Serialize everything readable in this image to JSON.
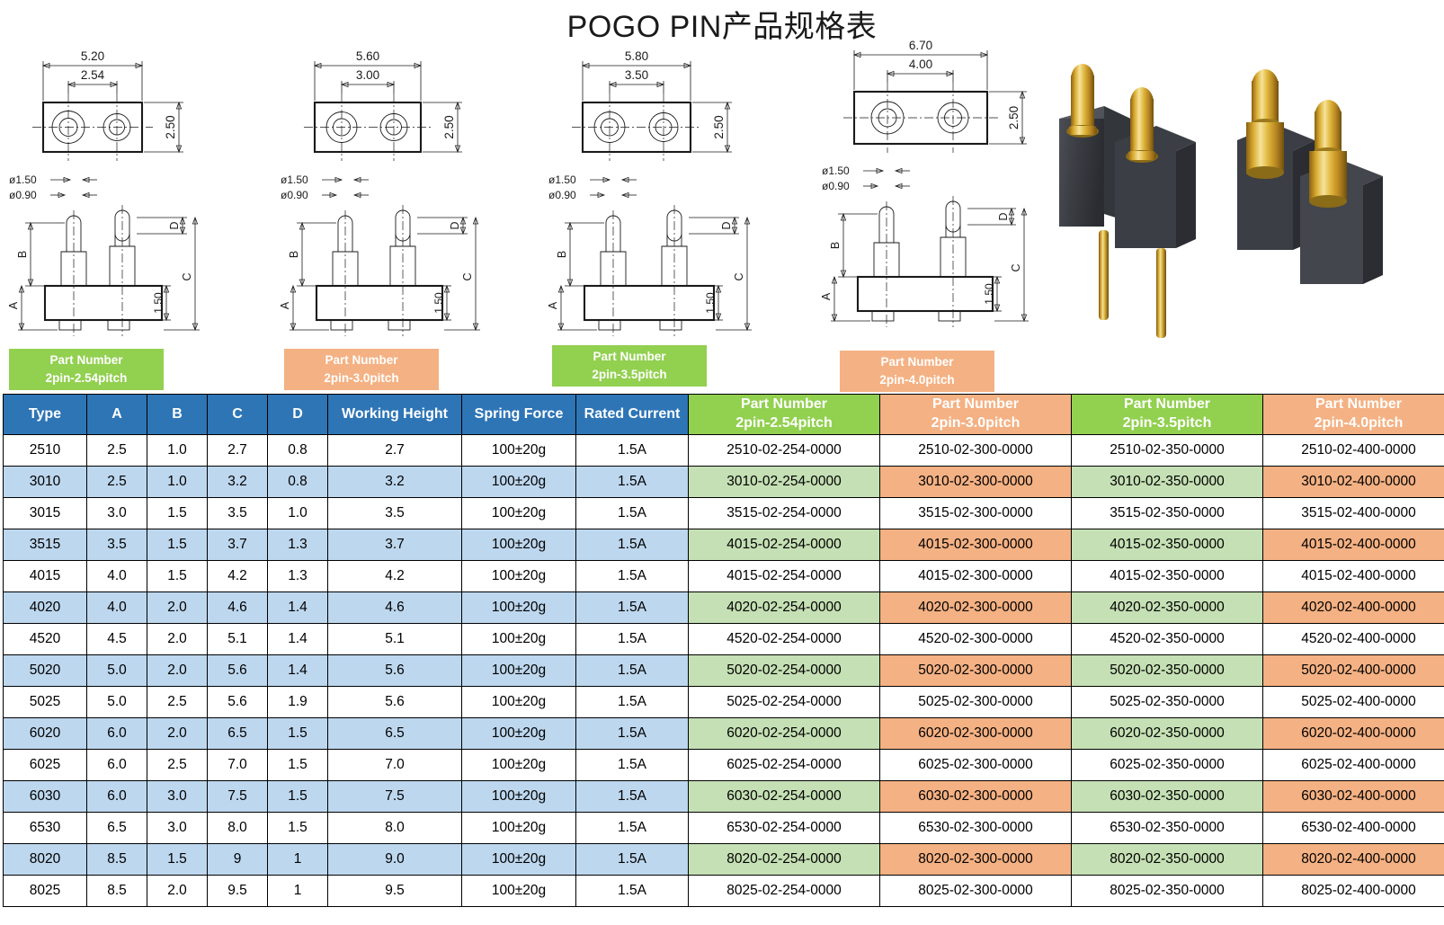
{
  "title": "POGO PIN产品规格表",
  "drawings": [
    {
      "name": "2pin-2.54pitch",
      "top_view": {
        "overall_width": "5.20",
        "pitch": "2.54",
        "height": "2.50"
      },
      "side_view": {
        "dia_large": "ø1.50",
        "dia_small": "ø0.90",
        "base_height": "1.50",
        "labels": [
          "A",
          "B",
          "C",
          "D"
        ]
      }
    },
    {
      "name": "2pin-3.0pitch",
      "top_view": {
        "overall_width": "5.60",
        "pitch": "3.00",
        "height": "2.50"
      },
      "side_view": {
        "dia_large": "ø1.50",
        "dia_small": "ø0.90",
        "base_height": "1.50",
        "labels": [
          "A",
          "B",
          "C",
          "D"
        ]
      }
    },
    {
      "name": "2pin-3.5pitch",
      "top_view": {
        "overall_width": "5.80",
        "pitch": "3.50",
        "height": "2.50"
      },
      "side_view": {
        "dia_large": "ø1.50",
        "dia_small": "ø0.90",
        "base_height": "1.50",
        "labels": [
          "A",
          "B",
          "C",
          "D"
        ]
      }
    },
    {
      "name": "2pin-4.0pitch",
      "top_view": {
        "overall_width": "6.70",
        "pitch": "4.00",
        "height": "2.50"
      },
      "side_view": {
        "dia_large": "ø1.50",
        "dia_small": "ø0.90",
        "base_height": "1.50",
        "labels": [
          "A",
          "B",
          "C",
          "D"
        ]
      }
    }
  ],
  "badges": [
    {
      "line1": "Part Number",
      "line2": "2pin-2.54pitch",
      "color": "#92d050"
    },
    {
      "line1": "Part Number",
      "line2": "2pin-3.0pitch",
      "color": "#f4b183"
    },
    {
      "line1": "Part Number",
      "line2": "2pin-3.5pitch",
      "color": "#92d050"
    },
    {
      "line1": "Part Number",
      "line2": "2pin-4.0pitch",
      "color": "#f4b183"
    }
  ],
  "table": {
    "headers": {
      "type": "Type",
      "a": "A",
      "b": "B",
      "c": "C",
      "d": "D",
      "working_height": "Working Height",
      "spring_force": "Spring Force",
      "rated_current": "Rated Current",
      "pn1_l1": "Part Number",
      "pn1_l2": "2pin-2.54pitch",
      "pn2_l1": "Part Number",
      "pn2_l2": "2pin-3.0pitch",
      "pn3_l1": "Part Number",
      "pn3_l2": "2pin-3.5pitch",
      "pn4_l1": "Part Number",
      "pn4_l2": "2pin-4.0pitch"
    },
    "rows": [
      {
        "type": "2510",
        "a": "2.5",
        "b": "1.0",
        "c": "2.7",
        "d": "0.8",
        "wh": "2.7",
        "sf": "100±20g",
        "rc": "1.5A",
        "pn1": "2510-02-254-0000",
        "pn2": "2510-02-300-0000",
        "pn3": "2510-02-350-0000",
        "pn4": "2510-02-400-0000"
      },
      {
        "type": "3010",
        "a": "2.5",
        "b": "1.0",
        "c": "3.2",
        "d": "0.8",
        "wh": "3.2",
        "sf": "100±20g",
        "rc": "1.5A",
        "pn1": "3010-02-254-0000",
        "pn2": "3010-02-300-0000",
        "pn3": "3010-02-350-0000",
        "pn4": "3010-02-400-0000"
      },
      {
        "type": "3015",
        "a": "3.0",
        "b": "1.5",
        "c": "3.5",
        "d": "1.0",
        "wh": "3.5",
        "sf": "100±20g",
        "rc": "1.5A",
        "pn1": "3515-02-254-0000",
        "pn2": "3515-02-300-0000",
        "pn3": "3515-02-350-0000",
        "pn4": "3515-02-400-0000"
      },
      {
        "type": "3515",
        "a": "3.5",
        "b": "1.5",
        "c": "3.7",
        "d": "1.3",
        "wh": "3.7",
        "sf": "100±20g",
        "rc": "1.5A",
        "pn1": "4015-02-254-0000",
        "pn2": "4015-02-300-0000",
        "pn3": "4015-02-350-0000",
        "pn4": "4015-02-400-0000"
      },
      {
        "type": "4015",
        "a": "4.0",
        "b": "1.5",
        "c": "4.2",
        "d": "1.3",
        "wh": "4.2",
        "sf": "100±20g",
        "rc": "1.5A",
        "pn1": "4015-02-254-0000",
        "pn2": "4015-02-300-0000",
        "pn3": "4015-02-350-0000",
        "pn4": "4015-02-400-0000"
      },
      {
        "type": "4020",
        "a": "4.0",
        "b": "2.0",
        "c": "4.6",
        "d": "1.4",
        "wh": "4.6",
        "sf": "100±20g",
        "rc": "1.5A",
        "pn1": "4020-02-254-0000",
        "pn2": "4020-02-300-0000",
        "pn3": "4020-02-350-0000",
        "pn4": "4020-02-400-0000"
      },
      {
        "type": "4520",
        "a": "4.5",
        "b": "2.0",
        "c": "5.1",
        "d": "1.4",
        "wh": "5.1",
        "sf": "100±20g",
        "rc": "1.5A",
        "pn1": "4520-02-254-0000",
        "pn2": "4520-02-300-0000",
        "pn3": "4520-02-350-0000",
        "pn4": "4520-02-400-0000"
      },
      {
        "type": "5020",
        "a": "5.0",
        "b": "2.0",
        "c": "5.6",
        "d": "1.4",
        "wh": "5.6",
        "sf": "100±20g",
        "rc": "1.5A",
        "pn1": "5020-02-254-0000",
        "pn2": "5020-02-300-0000",
        "pn3": "5020-02-350-0000",
        "pn4": "5020-02-400-0000"
      },
      {
        "type": "5025",
        "a": "5.0",
        "b": "2.5",
        "c": "5.6",
        "d": "1.9",
        "wh": "5.6",
        "sf": "100±20g",
        "rc": "1.5A",
        "pn1": "5025-02-254-0000",
        "pn2": "5025-02-300-0000",
        "pn3": "5025-02-350-0000",
        "pn4": "5025-02-400-0000"
      },
      {
        "type": "6020",
        "a": "6.0",
        "b": "2.0",
        "c": "6.5",
        "d": "1.5",
        "wh": "6.5",
        "sf": "100±20g",
        "rc": "1.5A",
        "pn1": "6020-02-254-0000",
        "pn2": "6020-02-300-0000",
        "pn3": "6020-02-350-0000",
        "pn4": "6020-02-400-0000"
      },
      {
        "type": "6025",
        "a": "6.0",
        "b": "2.5",
        "c": "7.0",
        "d": "1.5",
        "wh": "7.0",
        "sf": "100±20g",
        "rc": "1.5A",
        "pn1": "6025-02-254-0000",
        "pn2": "6025-02-300-0000",
        "pn3": "6025-02-350-0000",
        "pn4": "6025-02-400-0000"
      },
      {
        "type": "6030",
        "a": "6.0",
        "b": "3.0",
        "c": "7.5",
        "d": "1.5",
        "wh": "7.5",
        "sf": "100±20g",
        "rc": "1.5A",
        "pn1": "6030-02-254-0000",
        "pn2": "6030-02-300-0000",
        "pn3": "6030-02-350-0000",
        "pn4": "6030-02-400-0000"
      },
      {
        "type": "6530",
        "a": "6.5",
        "b": "3.0",
        "c": "8.0",
        "d": "1.5",
        "wh": "8.0",
        "sf": "100±20g",
        "rc": "1.5A",
        "pn1": "6530-02-254-0000",
        "pn2": "6530-02-300-0000",
        "pn3": "6530-02-350-0000",
        "pn4": "6530-02-400-0000"
      },
      {
        "type": "8020",
        "a": "8.5",
        "b": "1.5",
        "c": "9",
        "d": "1",
        "wh": "9.0",
        "sf": "100±20g",
        "rc": "1.5A",
        "pn1": "8020-02-254-0000",
        "pn2": "8020-02-300-0000",
        "pn3": "8020-02-350-0000",
        "pn4": "8020-02-400-0000"
      },
      {
        "type": "8025",
        "a": "8.5",
        "b": "2.0",
        "c": "9.5",
        "d": "1",
        "wh": "9.5",
        "sf": "100±20g",
        "rc": "1.5A",
        "pn1": "8025-02-254-0000",
        "pn2": "8025-02-300-0000",
        "pn3": "8025-02-350-0000",
        "pn4": "8025-02-400-0000"
      }
    ]
  },
  "colors": {
    "header_blue": "#2e75b6",
    "stripe_blue": "#bdd7ee",
    "green": "#92d050",
    "green_light": "#c5e0b4",
    "orange": "#f4b183"
  }
}
